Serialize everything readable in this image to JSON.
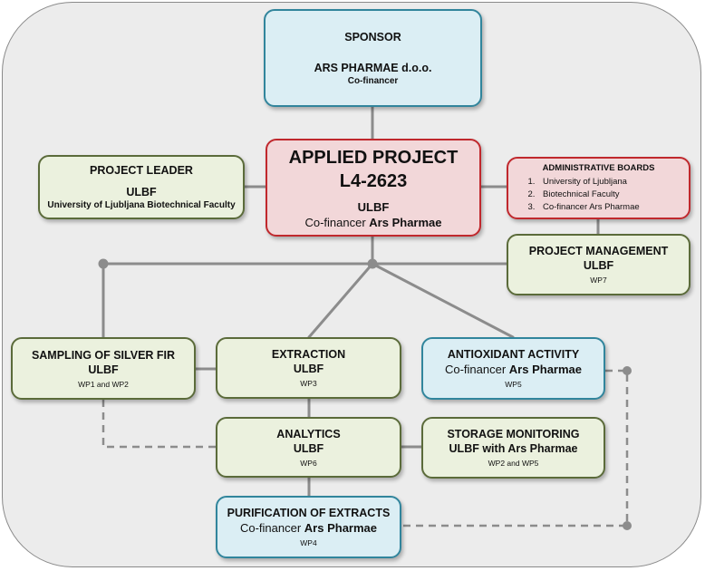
{
  "sponsor": {
    "title": "SPONSOR",
    "name": "ARS PHARMAE d.o.o.",
    "role": "Co-financer"
  },
  "applied_project": {
    "title_line1": "APPLIED PROJECT",
    "title_line2": "L4-2623",
    "org": "ULBF",
    "cofin_prefix": "Co-financer ",
    "cofin_name": "Ars Pharmae"
  },
  "project_leader": {
    "title": "PROJECT LEADER",
    "org": "ULBF",
    "full_name": "University of Ljubljana Biotechnical Faculty"
  },
  "admin_boards": {
    "title": "ADMINISTRATIVE BOARDS",
    "items": [
      "University of Ljubljana",
      "Biotechnical Faculty",
      "Co-financer Ars Pharmae"
    ]
  },
  "project_management": {
    "title": "PROJECT MANAGEMENT",
    "org": "ULBF",
    "wp": "WP7"
  },
  "sampling": {
    "title": "SAMPLING OF SILVER FIR",
    "org": "ULBF",
    "wp": "WP1 and WP2"
  },
  "extraction": {
    "title": "EXTRACTION",
    "org": "ULBF",
    "wp": "WP3"
  },
  "antioxidant": {
    "title": "ANTIOXIDANT ACTIVITY",
    "cofin_prefix": "Co-financer ",
    "cofin_name": "Ars Pharmae",
    "wp": "WP5"
  },
  "analytics": {
    "title": "ANALYTICS",
    "org": "ULBF",
    "wp": "WP6"
  },
  "storage": {
    "title": "STORAGE MONITORING",
    "org_prefix": "ULBF with ",
    "org_name": "Ars Pharmae",
    "wp": "WP2 and WP5"
  },
  "purification": {
    "title": "PURIFICATION OF EXTRACTS",
    "cofin_prefix": "Co-financer ",
    "cofin_name": "Ars Pharmae",
    "wp": "WP4"
  }
}
